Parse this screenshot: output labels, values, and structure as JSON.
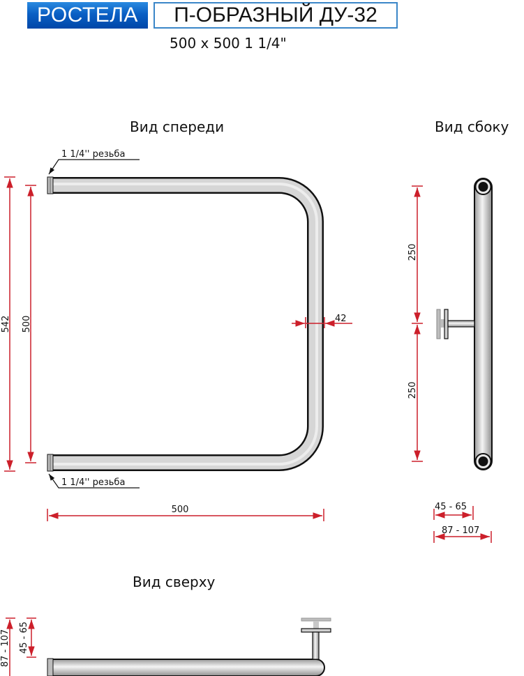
{
  "header": {
    "brand": "РОСТЕЛА",
    "model": "П-ОБРАЗНЫЙ ДУ-32",
    "size": "500 x 500 1 1/4\""
  },
  "colors": {
    "brand_bg": "#0a5fc4",
    "model_border": "#3a86c8",
    "dimension_line": "#cc1f2a",
    "pipe_fill": "#d4d4d4",
    "pipe_outline": "#111111"
  },
  "views": {
    "front": {
      "title": "Вид спереди",
      "thread_top": "1 1/4'' резьба",
      "thread_bottom": "1 1/4'' резьба",
      "dim_total_height": "542",
      "dim_height": "500",
      "dim_width": "500",
      "dim_pipe_diameter": "42"
    },
    "side": {
      "title": "Вид сбоку",
      "dim_upper": "250",
      "dim_lower": "250",
      "dim_offset_min": "45 - 65",
      "dim_offset_max": "87 - 107"
    },
    "top": {
      "title": "Вид сверху",
      "dim_offset_min": "45 - 65",
      "dim_offset_max": "87 - 107"
    }
  }
}
